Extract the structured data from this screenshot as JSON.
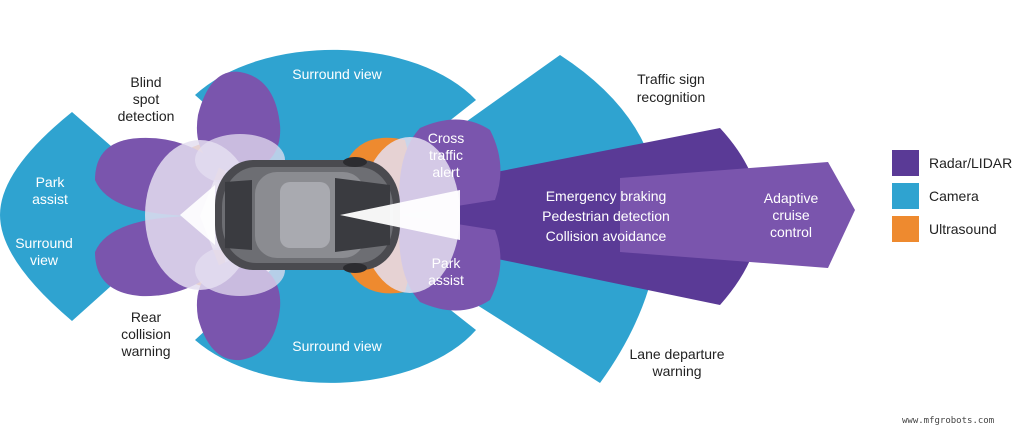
{
  "colors": {
    "radar": "#5a3a96",
    "radar_light": "#7a55ad",
    "camera": "#2fa3d0",
    "ultrasound": "#ee8a2f",
    "near_field": "#e4def0"
  },
  "zones": {
    "surround_view_top": "Surround view",
    "surround_view_bottom": "Surround view",
    "park_assist_rear_line1": "Park",
    "park_assist_rear_line2": "assist",
    "surround_view_rear_line1": "Surround",
    "surround_view_rear_line2": "view",
    "blind_spot_line1": "Blind",
    "blind_spot_line2": "spot",
    "blind_spot_line3": "detection",
    "rear_collision_line1": "Rear",
    "rear_collision_line2": "collision",
    "rear_collision_line3": "warning",
    "traffic_sign_line1": "Traffic sign",
    "traffic_sign_line2": "recognition",
    "cross_traffic_line1": "Cross",
    "cross_traffic_line2": "traffic",
    "cross_traffic_line3": "alert",
    "park_assist_front_line1": "Park",
    "park_assist_front_line2": "assist",
    "emergency_braking": "Emergency braking",
    "pedestrian_detection": "Pedestrian detection",
    "collision_avoidance": "Collision avoidance",
    "adaptive_cruise_line1": "Adaptive",
    "adaptive_cruise_line2": "cruise",
    "adaptive_cruise_line3": "control",
    "lane_departure_line1": "Lane departure",
    "lane_departure_line2": "warning"
  },
  "legend": {
    "items": [
      {
        "label": "Radar/LIDAR",
        "color": "#5a3a96"
      },
      {
        "label": "Camera",
        "color": "#2fa3d0"
      },
      {
        "label": "Ultrasound",
        "color": "#ee8a2f"
      }
    ]
  },
  "watermark": "www.mfgrobots.com"
}
